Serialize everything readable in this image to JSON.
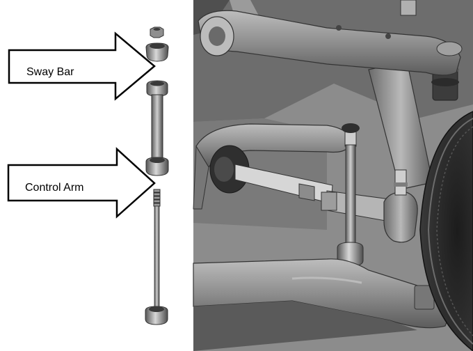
{
  "callouts": [
    {
      "label": "Sway Bar"
    },
    {
      "label": "Control Arm"
    }
  ],
  "parts": {
    "hardware_stack": [
      "nut-icon",
      "bushing-icon",
      "sleeve-icon",
      "bushing-icon",
      "bolt-icon",
      "bushing-icon"
    ],
    "assembly": "suspension-assembly-illustration"
  },
  "colors": {
    "arrow_fill": "#ffffff",
    "arrow_stroke": "#000000",
    "metal_dark": "#3a3a3a",
    "metal_mid": "#8a8a8a",
    "metal_light": "#c9c9c9",
    "background": "#ffffff"
  }
}
